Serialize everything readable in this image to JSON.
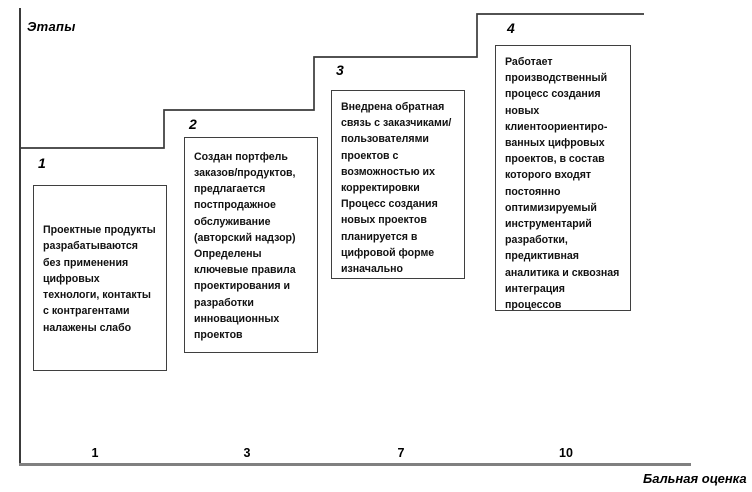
{
  "axes": {
    "y_title": "Этапы",
    "x_title": "Бальная оценка",
    "x_ticks": [
      "1",
      "3",
      "7",
      "10"
    ]
  },
  "steps": [
    {
      "number": "1",
      "text": "Проектные продукты разрабатываются без применения цифровых технологи, контакты с контрагентами налажены слабо"
    },
    {
      "number": "2",
      "text": "Создан портфель заказов/продуктов, предлагается постпродажное обслуживание (авторский надзор)\nОпределены ключевые правила проектирования и разработки инновационных проектов"
    },
    {
      "number": "3",
      "text": "Внедрена обратная связь с заказчиками/ пользователями проектов с возможностью их корректировки\nПроцесс создания новых проектов планируется в цифровой форме изначально"
    },
    {
      "number": "4",
      "text": "Работает производственный процесс создания новых клиентоориентиро-ванных цифровых проектов, в состав которого входят постоянно оптимизируемый инструментарий разработки, предиктивная аналитика и сквозная интеграция процессов разработки и сопровождения"
    }
  ],
  "chart_data": {
    "type": "bar",
    "title": "",
    "xlabel": "Бальная оценка",
    "ylabel": "Этапы",
    "categories": [
      "1",
      "3",
      "7",
      "10"
    ],
    "values": [
      1,
      2,
      3,
      4
    ],
    "ylim": [
      0,
      4
    ],
    "grid": false,
    "legend": "none",
    "annotations": [
      "Проектные продукты разрабатываются без применения цифровых технологи, контакты с контрагентами налажены слабо",
      "Создан портфель заказов/продуктов, предлагается постпродажное обслуживание (авторский надзор) Определены ключевые правила проектирования и разработки инновационных проектов",
      "Внедрена обратная связь с заказчиками/ пользователями проектов с возможностью их корректировки Процесс создания новых проектов планируется в цифровой форме изначально",
      "Работает производственный процесс создания новых клиентоориентиро-ванных цифровых проектов, в состав которого входят постоянно оптимизируемый инструментарий разработки, предиктивная аналитика и сквозная интеграция процессов разработки и сопровождения"
    ]
  },
  "colors": {
    "line": "#3a3a3a",
    "axis_x": "#808080",
    "box_border": "#3f3f3f",
    "text": "#111111"
  }
}
